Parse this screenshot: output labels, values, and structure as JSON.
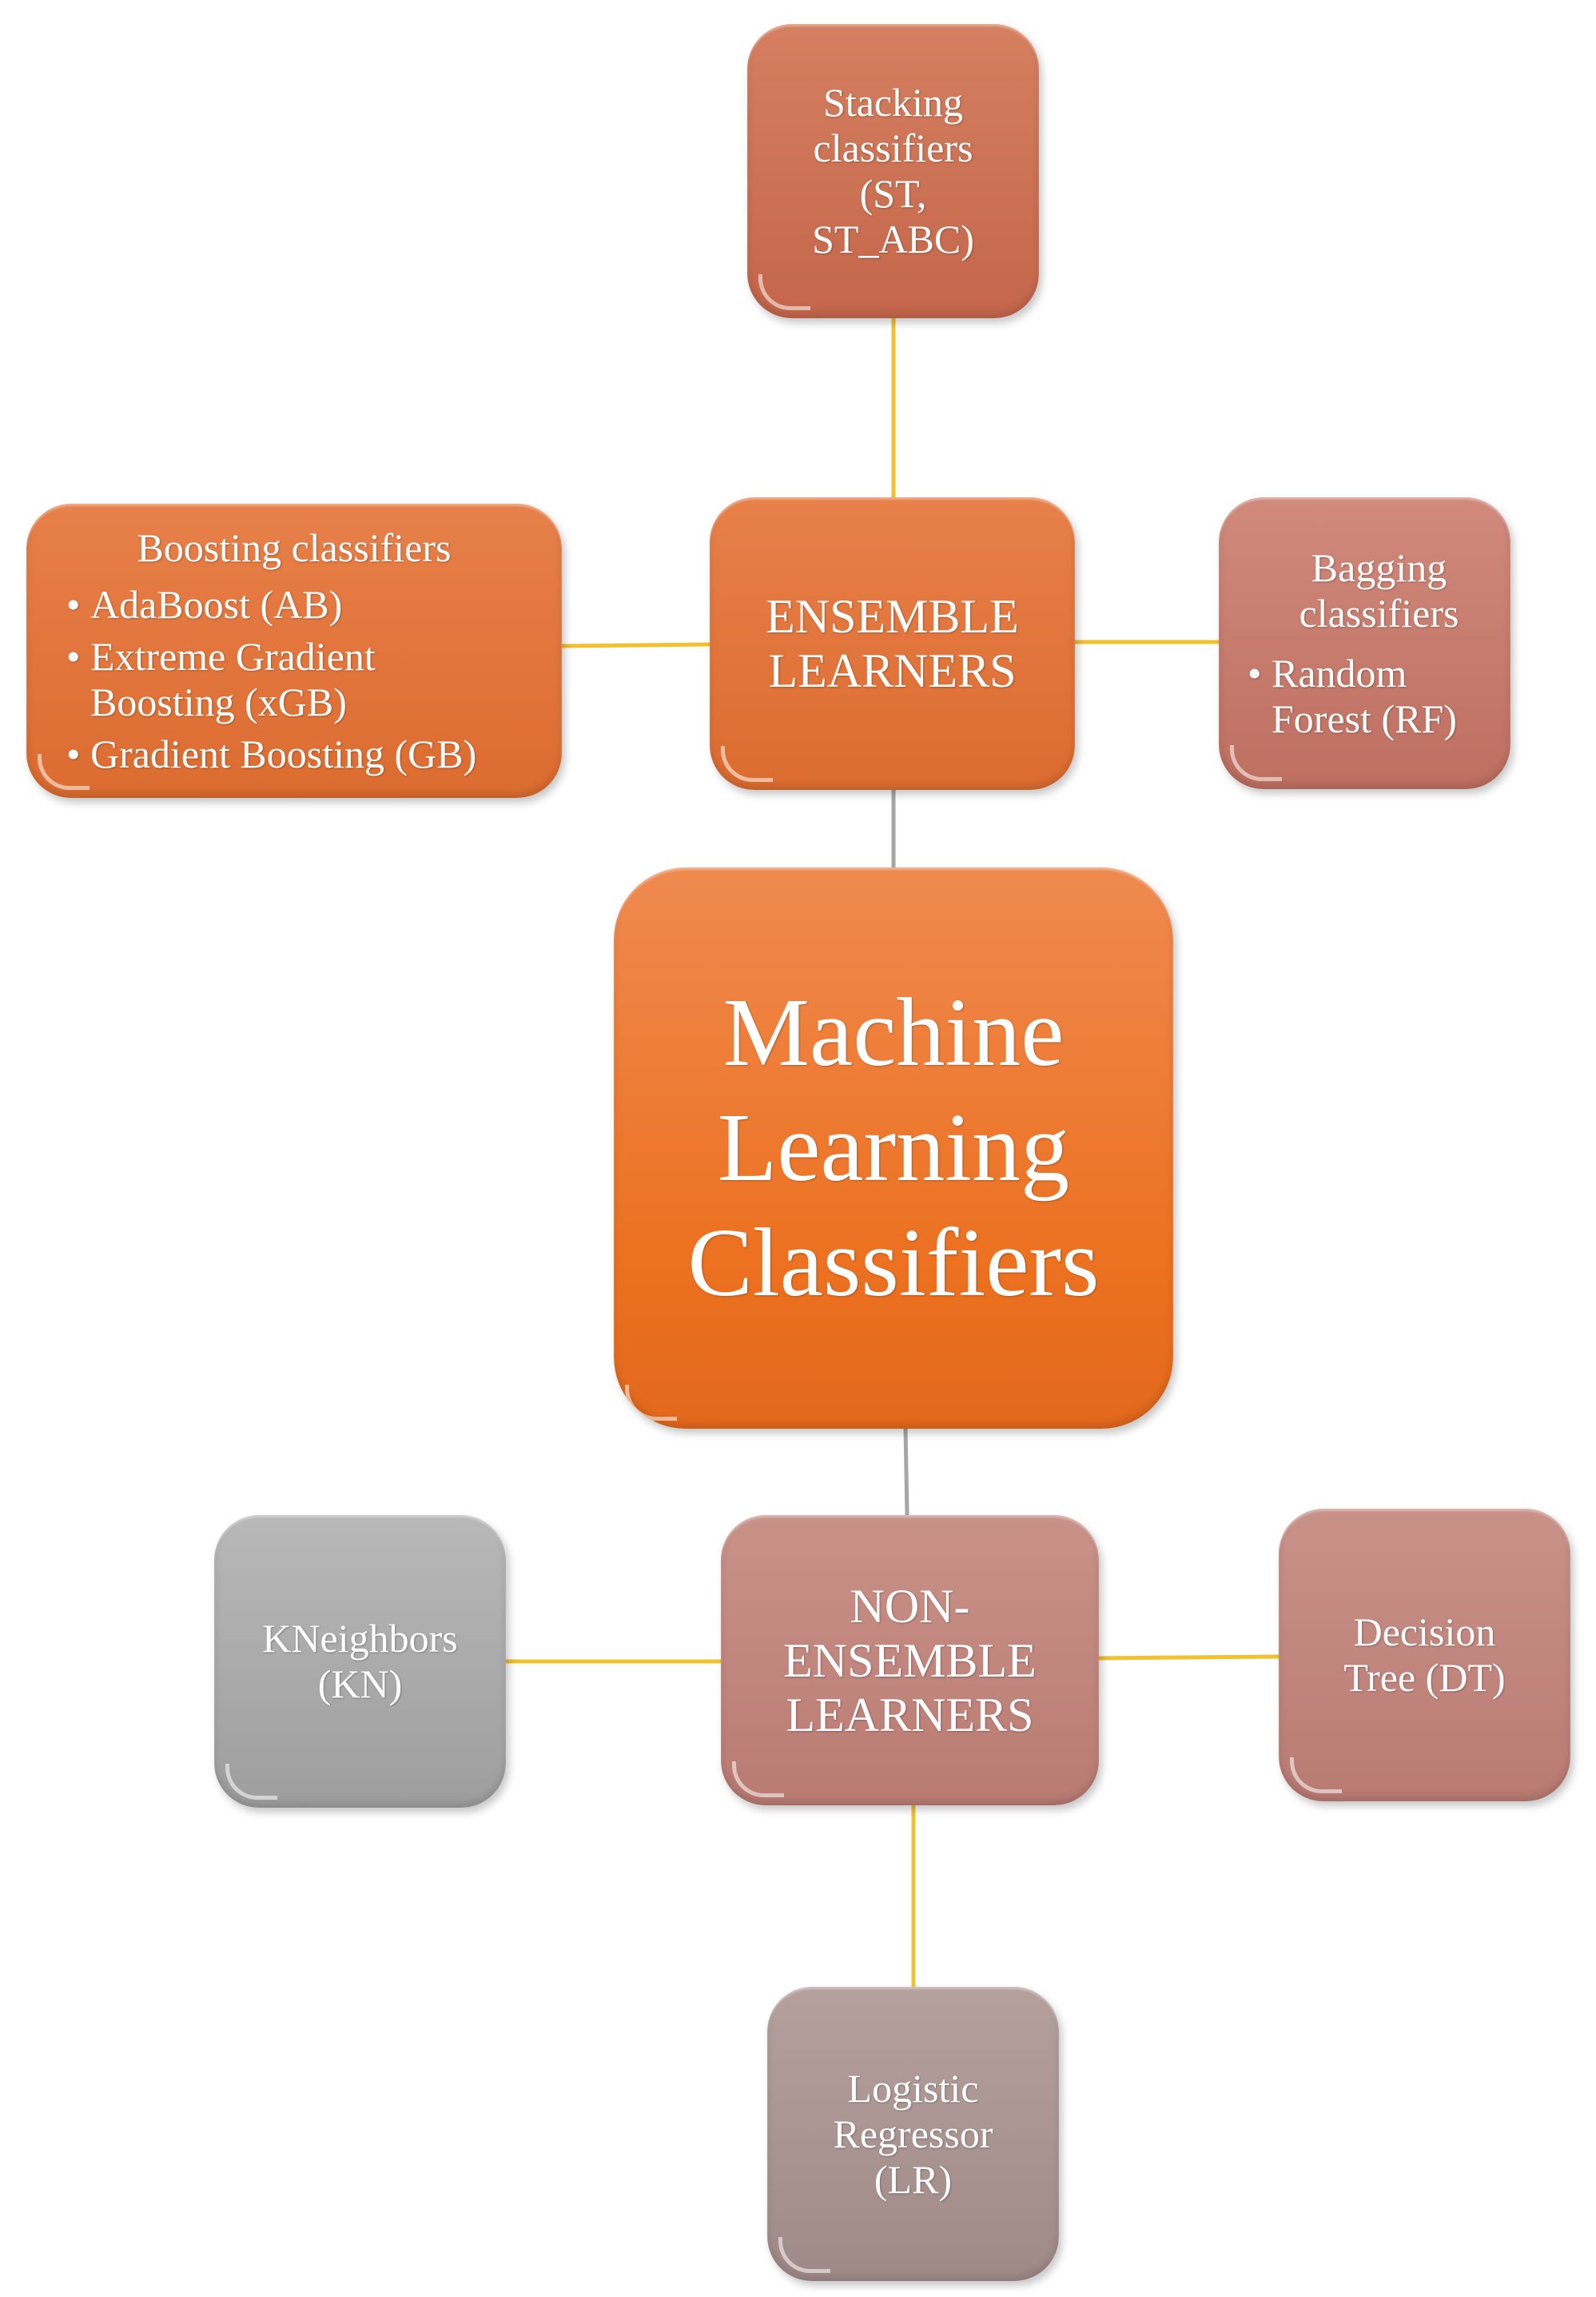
{
  "central": "Machine\nLearning\nClassifiers",
  "ensemble": "ENSEMBLE\nLEARNERS",
  "stacking": "Stacking\nclassifiers\n(ST,\nST_ABC)",
  "boosting": {
    "title": "Boosting classifiers",
    "items": [
      "AdaBoost (AB)",
      "Extreme Gradient\nBoosting (xGB)",
      "Gradient Boosting (GB)"
    ]
  },
  "bagging": {
    "title": "Bagging\nclassifiers",
    "items": [
      "Random\nForest (RF)"
    ]
  },
  "non_ensemble": "NON-\nENSEMBLE\nLEARNERS",
  "kneighbors": "KNeighbors\n(KN)",
  "decision_tree": "Decision\nTree (DT)",
  "logistic": "Logistic\nRegressor\n(LR)",
  "colors": {
    "connector_yellow": "#f2c12e",
    "connector_grey": "#a6a6a6",
    "central": "#ec7120",
    "ensemble": "#e27636",
    "stacking": "#cd7358",
    "bagging": "#c57a6c",
    "non_ensemble": "#c78579",
    "decision_tree": "#bf857d",
    "kneighbors": "#ababab",
    "logistic": "#ab9593"
  }
}
